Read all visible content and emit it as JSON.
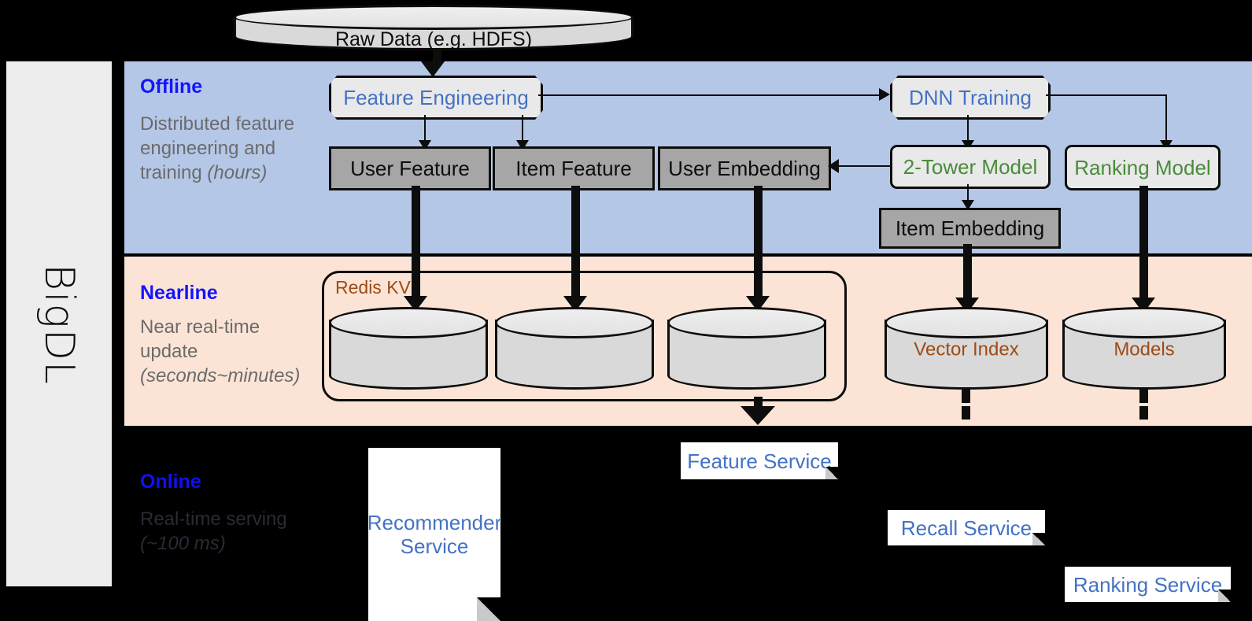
{
  "platform": {
    "name": "BigDL"
  },
  "colors": {
    "offline_band": "#B4C7E7",
    "nearline_band": "#FBE4D5",
    "online_band": "#000000",
    "band_title": "#1414FF",
    "blue_text": "#4472C4",
    "green_text": "#4A8B3B",
    "brown_text": "#9E4A16",
    "grey_box": "#A6A6A6"
  },
  "source": {
    "label": "Raw Data (e.g. HDFS)"
  },
  "bands": [
    {
      "id": "offline",
      "title": "Offline",
      "desc_plain": "Distributed feature engineering and training ",
      "desc_italic": "(hours)"
    },
    {
      "id": "nearline",
      "title": "Nearline",
      "desc_plain": "Near real-time update ",
      "desc_italic": "(seconds~minutes)"
    },
    {
      "id": "online",
      "title": "Online",
      "desc_plain": "Real-time serving ",
      "desc_italic": "(~100 ms)"
    }
  ],
  "offline": {
    "feature_engineering": "Feature Engineering",
    "dnn_training": "DNN Training",
    "user_feature": "User Feature",
    "item_feature": "Item Feature",
    "user_embedding": "User Embedding",
    "two_tower_model": "2-Tower Model",
    "ranking_model": "Ranking Model",
    "item_embedding": "Item Embedding"
  },
  "nearline": {
    "redis_group_label": "Redis KV",
    "stores": [
      {
        "label": ""
      },
      {
        "label": ""
      },
      {
        "label": ""
      }
    ],
    "vector_index": "Vector Index",
    "models": "Models"
  },
  "online": {
    "recommender_service_line1": "Recommender",
    "recommender_service_line2": "Service",
    "feature_service": "Feature Service",
    "recall_service": "Recall Service",
    "ranking_service": "Ranking Service"
  }
}
